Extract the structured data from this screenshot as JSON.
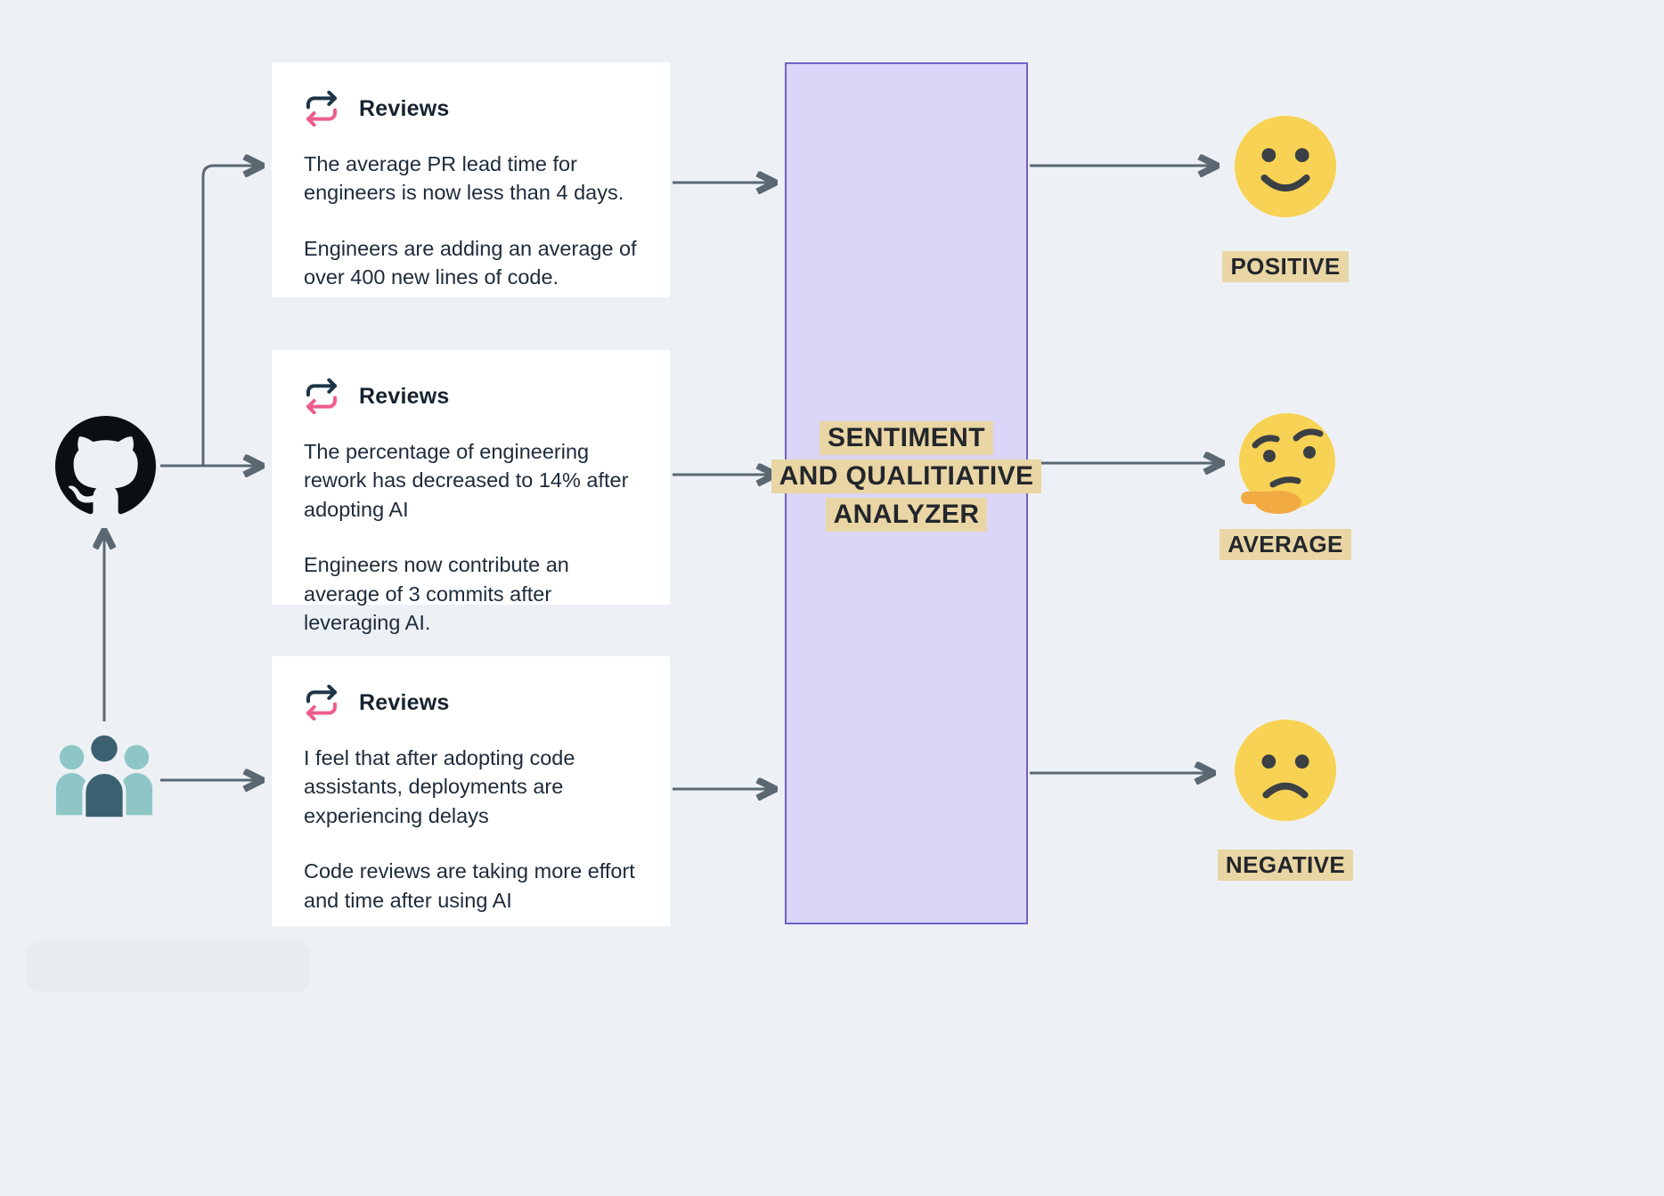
{
  "sources": {
    "repo_icon": "github-logo",
    "team_icon": "team-of-people"
  },
  "cards": [
    {
      "title": "Reviews",
      "icon": "repeat-arrows-icon",
      "p1": "The average PR lead time for engineers is now less than 4 days.",
      "p2": "Engineers are adding an average of over 400 new lines of code."
    },
    {
      "title": "Reviews",
      "icon": "repeat-arrows-icon",
      "p1": "The percentage of engineering rework has decreased to 14% after adopting AI",
      "p2": "Engineers now contribute an average of 3 commits after leveraging AI."
    },
    {
      "title": "Reviews",
      "icon": "repeat-arrows-icon",
      "p1": "I feel that after adopting code assistants, deployments are experiencing delays",
      "p2": "Code reviews are taking more effort and time after using AI"
    }
  ],
  "analyzer": {
    "title_lines": [
      "SENTIMENT",
      "AND QUALITIATIVE",
      "ANALYZER"
    ]
  },
  "outputs": [
    {
      "icon": "smiling-face",
      "label": "POSITIVE"
    },
    {
      "icon": "thinking-face",
      "label": "AVERAGE"
    },
    {
      "icon": "frowning-face",
      "label": "NEGATIVE"
    }
  ],
  "colors": {
    "background": "#edf1f5",
    "card_background": "#ffffff",
    "analyzer_fill": "#dbd5f7",
    "analyzer_border": "#6f61c6",
    "highlight": "#e9d6a4",
    "arrow": "#5b6872",
    "text": "#1d2b3a",
    "emoji_yellow": "#f8d254",
    "icon_dark_teal": "#1d3547",
    "icon_pink": "#ee5d8e",
    "team_light": "#8ec6c5",
    "team_dark": "#3b6170"
  }
}
